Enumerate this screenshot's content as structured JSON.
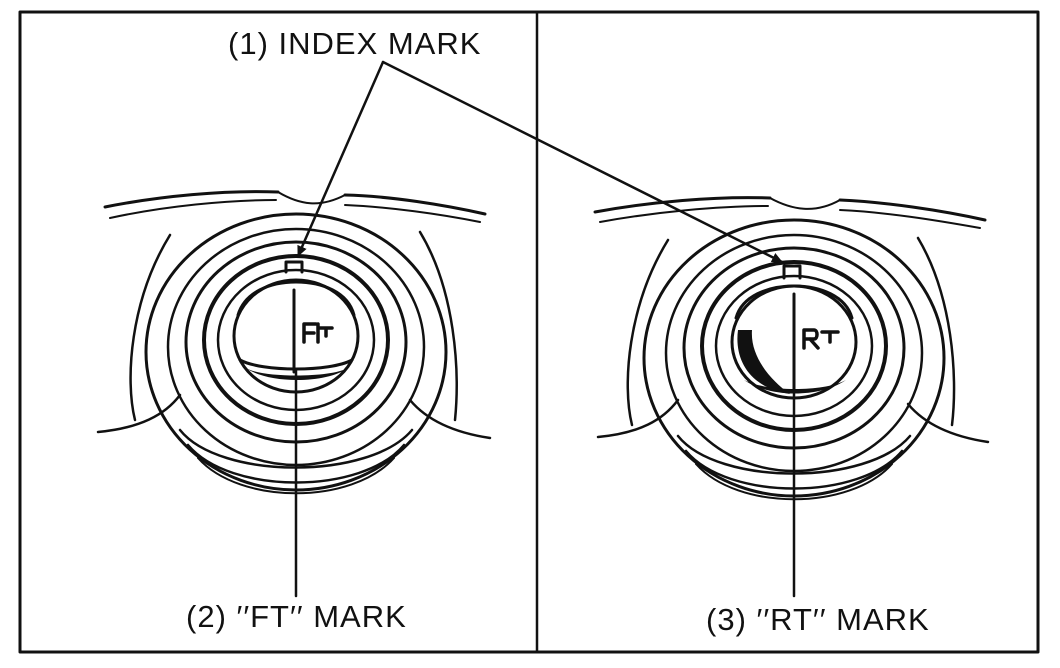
{
  "labels": {
    "index_mark": "(1) INDEX MARK",
    "ft_mark": "(2) ′′FT′′ MARK",
    "rt_mark": "(3) ′′RT′′ MARK"
  },
  "colors": {
    "ink": "#111111",
    "paper": "#ffffff"
  }
}
